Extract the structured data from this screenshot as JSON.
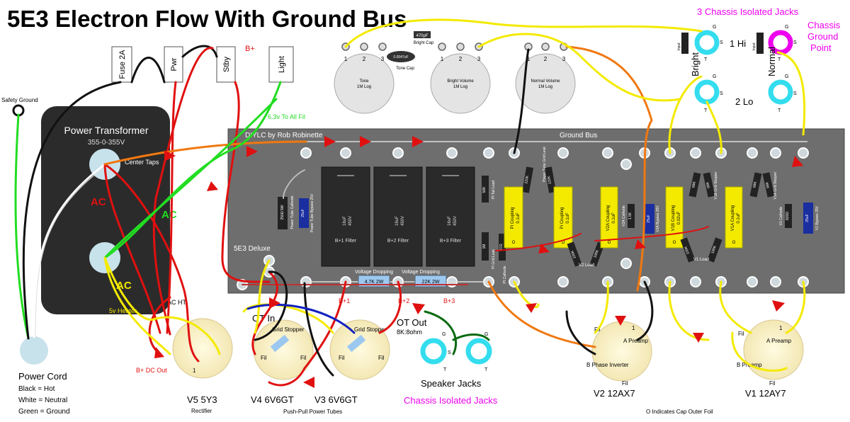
{
  "title": "5E3 Electron Flow With Ground Bus",
  "credit": "DIYLC by Rob Robinette",
  "board": {
    "ground_bus": "Ground Bus",
    "deluxe": "5E3 Deluxe"
  },
  "top_boxes": {
    "fuse": "Fuse 2A",
    "pwr": "Pwr",
    "stby": "Stby",
    "light": "Light"
  },
  "labels": {
    "bplus_top": "B+",
    "fil_63": "6.3v To All Fil",
    "safety_ground": "Safety Ground",
    "power_transformer": "Power Transformer",
    "pt_rating": "355-0-355V",
    "center_taps": "Center Taps",
    "ac": "AC",
    "heater": "5v Heater",
    "ac_ht": "AC HT",
    "bplus_dc_out": "B+ DC Out",
    "power_cord": "Power Cord",
    "cord_black": "Black = Hot",
    "cord_white": "White = Neutral",
    "cord_green": "Green = Ground",
    "ot_in": "OT In",
    "ot_out": "OT Out",
    "ot_ohm": "8K:8ohm",
    "speaker_jacks": "Speaker Jacks",
    "chassis_isolated_jacks": "Chassis Isolated Jacks",
    "three_isolated": "3 Chassis Isolated Jacks",
    "chassis_ground_point_1": "Chassis",
    "chassis_ground_point_2": "Ground",
    "chassis_ground_point_3": "Point",
    "bright": "Bright",
    "normal": "Normal",
    "one_hi": "1 Hi",
    "two_lo": "2 Lo",
    "b1": "B+1",
    "b2": "B+2",
    "b3": "B+3",
    "cap_outer_foil": "O Indicates Cap Outer Foil",
    "rectifier": "Rectifier",
    "push_pull": "Push-Pull Power Tubes",
    "v5": "V5   5Y3",
    "v4": "V4   6V6GT",
    "v3": "V3   6V6GT",
    "v2": "V2   12AX7",
    "v1": "V1   12AY7",
    "a_preamp": "A Preamp",
    "b_preamp": "B Preamp",
    "b_phase": "B Phase Inverter",
    "fil": "Fil",
    "grid_stopper": "Grid Stopper",
    "input": "Input",
    "g": "G",
    "s": "S",
    "t": "T",
    "one": "1",
    "bright_cap": "Bright Cap",
    "bright_cap_val": "470pF",
    "tone_cap": "Tone Cap",
    "tone_cap_val": "0.0047uF",
    "voltage_dropping": "Voltage Dropping",
    "r_47k": "4.7K 2W",
    "r_22k": "22K 2W"
  },
  "pots": [
    {
      "name": "Tone",
      "value": "1M Log"
    },
    {
      "name": "Bright Volume",
      "value": "1M Log"
    },
    {
      "name": "Normal Volume",
      "value": "1M Log"
    }
  ],
  "pot_pins": [
    "1",
    "2",
    "3"
  ],
  "filter_caps": [
    {
      "value": "16uF",
      "voltage": "450V",
      "name": "B+1 Filter"
    },
    {
      "value": "16uF",
      "voltage": "450V",
      "name": "B+2 Filter"
    },
    {
      "value": "16uF",
      "voltage": "450V",
      "name": "B+3 Filter"
    }
  ],
  "components": {
    "pt_cathode": "Power Tube Cathode",
    "pt_cathode_val": "250Ω 5W",
    "pt_bypass": "Power Tube Bypass 25V",
    "pt_bypass_val": "25uF",
    "pi_tail": "PI Tail Load",
    "pi_tail_val": "56K",
    "pi_grid": "PI Grid Leak",
    "pi_grid_val": "1M",
    "pi_cathode": "PI Cathode",
    "pi_cathode_val": "47Ω",
    "pt_grid_leak": "Power Tube Grid Leak",
    "pt_grid_leak_val": "220K",
    "pi_coupling_a": "PI Coupling",
    "pi_coupling_b": "PI Coupling",
    "coupling_val": "0.1uF",
    "v2_load": "V2 Load",
    "v2_load_val": "100K",
    "v2a_coupling": "V2A Coupling",
    "v2a_coupling_val": "0.1uF",
    "v2a_cathode": "V2A Cathode",
    "v2a_cathode_val": "1.5K",
    "v2a_bypass": "V2A Bypass 25V",
    "v2a_bypass_val": "25uF",
    "v1b_coupling": "V1B Coupling",
    "v1b_coupling_val": "0.02uF",
    "v1_load": "V1 Load",
    "v1_load_val": "100K",
    "v1b_grid": "V1B Grid Stopper",
    "v1a_grid": "V1A Grid Stopper",
    "grid_val": "68K",
    "v1a_coupling": "V1A Coupling",
    "v1a_coupling_val": "0.1uF",
    "v1_cathode": "V1 Cathode",
    "v1_cathode_val": "820Ω",
    "v1_bypass": "V1 Bypass 25V",
    "v1_bypass_val": "25uF",
    "cap_o": "O"
  },
  "colors": {
    "board": "#6e6e6e",
    "red": "#e01010",
    "yellow": "#f4ea00",
    "green": "#22dd22",
    "orange": "#f07810",
    "black": "#111111",
    "blue": "#1020c0",
    "darkgreen": "#0a6a10",
    "magenta": "#ee00ee",
    "cyan": "#33ddee",
    "cap_yellow": "#f4ea00"
  }
}
